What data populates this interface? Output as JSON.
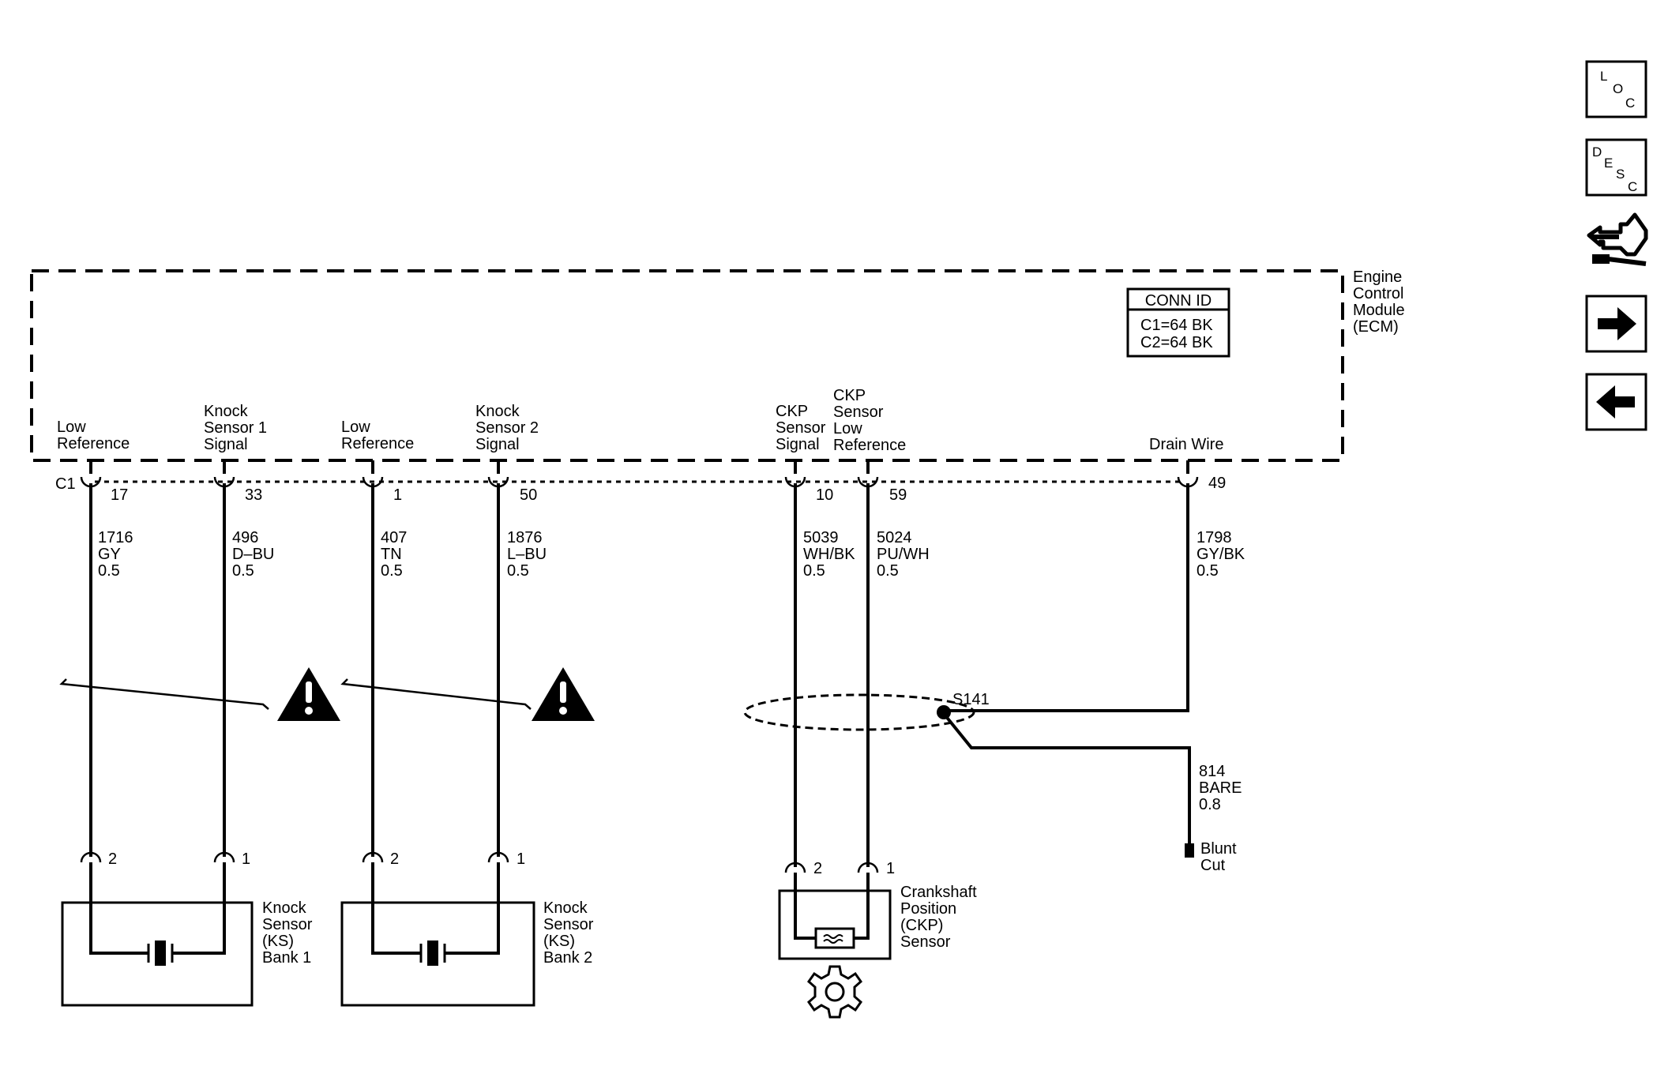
{
  "module": {
    "name_lines": [
      "Engine",
      "Control",
      "Module",
      "(ECM)"
    ],
    "conn_id": {
      "title": "CONN ID",
      "rows": [
        "C1=64 BK",
        "C2=64 BK"
      ]
    },
    "connector_label": "C1"
  },
  "pins": [
    {
      "id": "pin-17",
      "label_lines": [
        "Low",
        "Reference"
      ],
      "pin": "17",
      "wire_lines": [
        "1716",
        "GY",
        "0.5"
      ]
    },
    {
      "id": "pin-33",
      "label_lines": [
        "Knock",
        "Sensor 1",
        "Signal"
      ],
      "pin": "33",
      "wire_lines": [
        "496",
        "D–BU",
        "0.5"
      ]
    },
    {
      "id": "pin-1",
      "label_lines": [
        "Low",
        "Reference"
      ],
      "pin": "1",
      "wire_lines": [
        "407",
        "TN",
        "0.5"
      ]
    },
    {
      "id": "pin-50",
      "label_lines": [
        "Knock",
        "Sensor 2",
        "Signal"
      ],
      "pin": "50",
      "wire_lines": [
        "1876",
        "L–BU",
        "0.5"
      ]
    },
    {
      "id": "pin-10",
      "label_lines": [
        "CKP",
        "Sensor",
        "Signal"
      ],
      "pin": "10",
      "wire_lines": [
        "5039",
        "WH/BK",
        "0.5"
      ]
    },
    {
      "id": "pin-59",
      "label_lines": [
        "CKP",
        "Sensor",
        "Low",
        "Reference"
      ],
      "pin": "59",
      "wire_lines": [
        "5024",
        "PU/WH",
        "0.5"
      ]
    },
    {
      "id": "pin-49",
      "label_lines": [
        "Drain Wire"
      ],
      "pin": "49",
      "wire_lines": [
        "1798",
        "GY/BK",
        "0.5"
      ]
    }
  ],
  "splice": {
    "label": "S141",
    "bare_wire_lines": [
      "814",
      "BARE",
      "0.8"
    ],
    "end_lines": [
      "Blunt",
      "Cut"
    ]
  },
  "components": [
    {
      "id": "ks-bank-1",
      "name_lines": [
        "Knock",
        "Sensor",
        "(KS)",
        "Bank 1"
      ],
      "pin_left": "2",
      "pin_right": "1"
    },
    {
      "id": "ks-bank-2",
      "name_lines": [
        "Knock",
        "Sensor",
        "(KS)",
        "Bank 2"
      ],
      "pin_left": "2",
      "pin_right": "1"
    },
    {
      "id": "ckp-sensor",
      "name_lines": [
        "Crankshaft",
        "Position",
        "(CKP)",
        "Sensor"
      ],
      "pin_left": "2",
      "pin_right": "1"
    }
  ],
  "side_nav": {
    "loc": [
      "L",
      "O",
      "C"
    ],
    "desc": [
      "D",
      "E",
      "S",
      "C"
    ],
    "icons": [
      "connector-service-icon",
      "next-arrow-icon",
      "previous-arrow-icon"
    ]
  }
}
